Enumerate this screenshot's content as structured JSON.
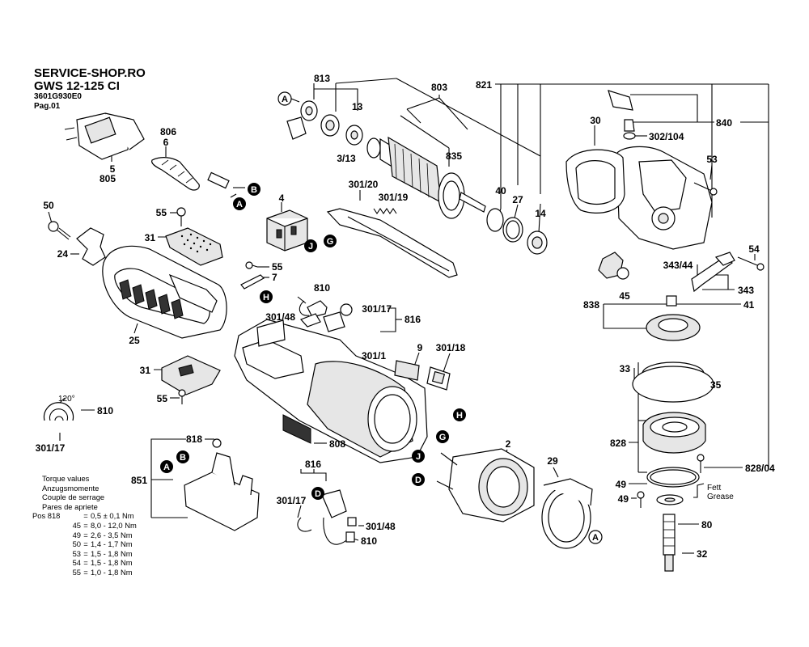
{
  "header": {
    "shop": "SERVICE-SHOP.RO",
    "model": "GWS 12-125 CI",
    "number": "3601G930E0",
    "page": "Pag.01"
  },
  "torque": {
    "title_lines": [
      "Torque values",
      "Anzugsmomente",
      "Couple de serrage",
      "Pares de apriete"
    ],
    "rows": [
      {
        "key": "Pos 818",
        "value": "0,5 ± 0,1 Nm"
      },
      {
        "key": "45",
        "value": "8,0 - 12,0 Nm"
      },
      {
        "key": "49",
        "value": "2,6 - 3,5 Nm"
      },
      {
        "key": "50",
        "value": "1,4 - 1,7 Nm"
      },
      {
        "key": "53",
        "value": "1,5 - 1,8 Nm"
      },
      {
        "key": "54",
        "value": "1,5 - 1,8 Nm"
      },
      {
        "key": "55",
        "value": "1,0 - 1,8 Nm"
      }
    ]
  },
  "labels": [
    {
      "id": "813",
      "text": "813"
    },
    {
      "id": "803",
      "text": "803"
    },
    {
      "id": "821",
      "text": "821"
    },
    {
      "id": "840",
      "text": "840"
    },
    {
      "id": "13",
      "text": "13"
    },
    {
      "id": "3-13",
      "text": "3/13"
    },
    {
      "id": "835",
      "text": "835"
    },
    {
      "id": "30",
      "text": "30"
    },
    {
      "id": "302-104",
      "text": "302/104"
    },
    {
      "id": "53",
      "text": "53"
    },
    {
      "id": "806",
      "text": "806"
    },
    {
      "id": "6",
      "text": "6"
    },
    {
      "id": "5",
      "text": "5"
    },
    {
      "id": "805",
      "text": "805"
    },
    {
      "id": "301-20",
      "text": "301/20"
    },
    {
      "id": "301-19",
      "text": "301/19"
    },
    {
      "id": "40",
      "text": "40"
    },
    {
      "id": "27",
      "text": "27"
    },
    {
      "id": "14",
      "text": "14"
    },
    {
      "id": "50",
      "text": "50"
    },
    {
      "id": "4",
      "text": "4"
    },
    {
      "id": "55a",
      "text": "55"
    },
    {
      "id": "31a",
      "text": "31"
    },
    {
      "id": "24",
      "text": "24"
    },
    {
      "id": "55b",
      "text": "55"
    },
    {
      "id": "7",
      "text": "7"
    },
    {
      "id": "54",
      "text": "54"
    },
    {
      "id": "343-44",
      "text": "343/44"
    },
    {
      "id": "343",
      "text": "343"
    },
    {
      "id": "45",
      "text": "45"
    },
    {
      "id": "838",
      "text": "838"
    },
    {
      "id": "41",
      "text": "41"
    },
    {
      "id": "810a",
      "text": "810"
    },
    {
      "id": "301-48a",
      "text": "301/48"
    },
    {
      "id": "301-17a",
      "text": "301/17"
    },
    {
      "id": "816a",
      "text": "816"
    },
    {
      "id": "25",
      "text": "25"
    },
    {
      "id": "9",
      "text": "9"
    },
    {
      "id": "301-18",
      "text": "301/18"
    },
    {
      "id": "301-1",
      "text": "301/1"
    },
    {
      "id": "31b",
      "text": "31"
    },
    {
      "id": "33",
      "text": "33"
    },
    {
      "id": "35",
      "text": "35"
    },
    {
      "id": "55c",
      "text": "55"
    },
    {
      "id": "120",
      "text": "120°"
    },
    {
      "id": "810b",
      "text": "810"
    },
    {
      "id": "301-17b",
      "text": "301/17"
    },
    {
      "id": "818",
      "text": "818"
    },
    {
      "id": "808",
      "text": "808"
    },
    {
      "id": "2",
      "text": "2"
    },
    {
      "id": "828",
      "text": "828"
    },
    {
      "id": "851",
      "text": "851"
    },
    {
      "id": "816b",
      "text": "816"
    },
    {
      "id": "29",
      "text": "29"
    },
    {
      "id": "828-04",
      "text": "828/04"
    },
    {
      "id": "49a",
      "text": "49"
    },
    {
      "id": "49b",
      "text": "49"
    },
    {
      "id": "301-17c",
      "text": "301/17"
    },
    {
      "id": "301-48b",
      "text": "301/48"
    },
    {
      "id": "810c",
      "text": "810"
    },
    {
      "id": "80",
      "text": "80"
    },
    {
      "id": "32",
      "text": "32"
    }
  ],
  "grease_note": [
    "Fett",
    "Grease"
  ],
  "connector_letters": [
    {
      "id": "A1",
      "text": "A",
      "style": "outline"
    },
    {
      "id": "B1",
      "text": "B",
      "style": "filled"
    },
    {
      "id": "A2",
      "text": "A",
      "style": "filled"
    },
    {
      "id": "G1",
      "text": "G",
      "style": "filled"
    },
    {
      "id": "J1",
      "text": "J",
      "style": "filled"
    },
    {
      "id": "H1",
      "text": "H",
      "style": "filled"
    },
    {
      "id": "H2",
      "text": "H",
      "style": "filled"
    },
    {
      "id": "G2",
      "text": "G",
      "style": "filled"
    },
    {
      "id": "J2",
      "text": "J",
      "style": "filled"
    },
    {
      "id": "D1",
      "text": "D",
      "style": "filled"
    },
    {
      "id": "A3",
      "text": "A",
      "style": "outline"
    },
    {
      "id": "A4",
      "text": "A",
      "style": "filled"
    },
    {
      "id": "B2",
      "text": "B",
      "style": "filled"
    },
    {
      "id": "D2",
      "text": "D",
      "style": "filled"
    }
  ]
}
